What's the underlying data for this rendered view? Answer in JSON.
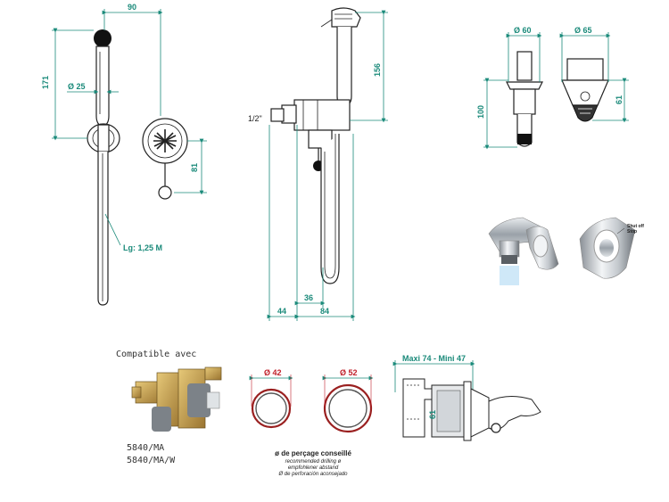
{
  "dims": {
    "d90": "90",
    "d171": "171",
    "d25": "Ø 25",
    "d81": "81",
    "hose": "Lg: 1,25 M",
    "d156": "156",
    "half": "1/2\"",
    "d36": "36",
    "d44": "44",
    "d84": "84",
    "d60": "Ø 60",
    "d65": "Ø 65",
    "d100": "100",
    "d61": "61",
    "shutoff": "Shut off\nStop",
    "d42": "Ø 42",
    "d52": "Ø 52",
    "maxi": "Maxi 74 - Mini 47"
  },
  "compat": {
    "title": "Compatible avec",
    "ref1": "5840/MA",
    "ref2": "5840/MA/W"
  },
  "drilling": {
    "line1": "ø de perçage conseillé",
    "line2": "recommended drilling ø",
    "line3": "empfohlener abstand",
    "line4": "Ø de perforación aconsejado"
  },
  "colors": {
    "dimension": "#1a8a7a",
    "accent_red": "#c0202a",
    "brass": "#c9a14a"
  }
}
